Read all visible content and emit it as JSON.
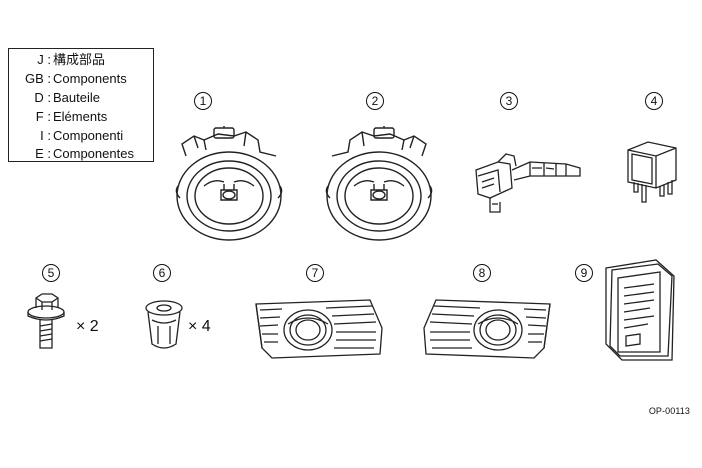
{
  "legend": [
    {
      "code": "J",
      "text": "構成部品"
    },
    {
      "code": "GB",
      "text": "Components"
    },
    {
      "code": "D",
      "text": "Bauteile"
    },
    {
      "code": "F",
      "text": "Eléments"
    },
    {
      "code": "I",
      "text": "Componenti"
    },
    {
      "code": "E",
      "text": "Componentes"
    }
  ],
  "separator": ":",
  "parts": [
    {
      "number": "1",
      "icon": "fog-lamp-left-icon"
    },
    {
      "number": "2",
      "icon": "fog-lamp-right-icon"
    },
    {
      "number": "3",
      "icon": "switch-lever-icon"
    },
    {
      "number": "4",
      "icon": "relay-icon"
    },
    {
      "number": "5",
      "icon": "bolt-icon",
      "quantity": "× 2"
    },
    {
      "number": "6",
      "icon": "clip-nut-icon",
      "quantity": "× 4"
    },
    {
      "number": "7",
      "icon": "grille-left-icon"
    },
    {
      "number": "8",
      "icon": "grille-right-icon"
    },
    {
      "number": "9",
      "icon": "instruction-manual-icon"
    }
  ],
  "drawing_code": "OP-00113"
}
